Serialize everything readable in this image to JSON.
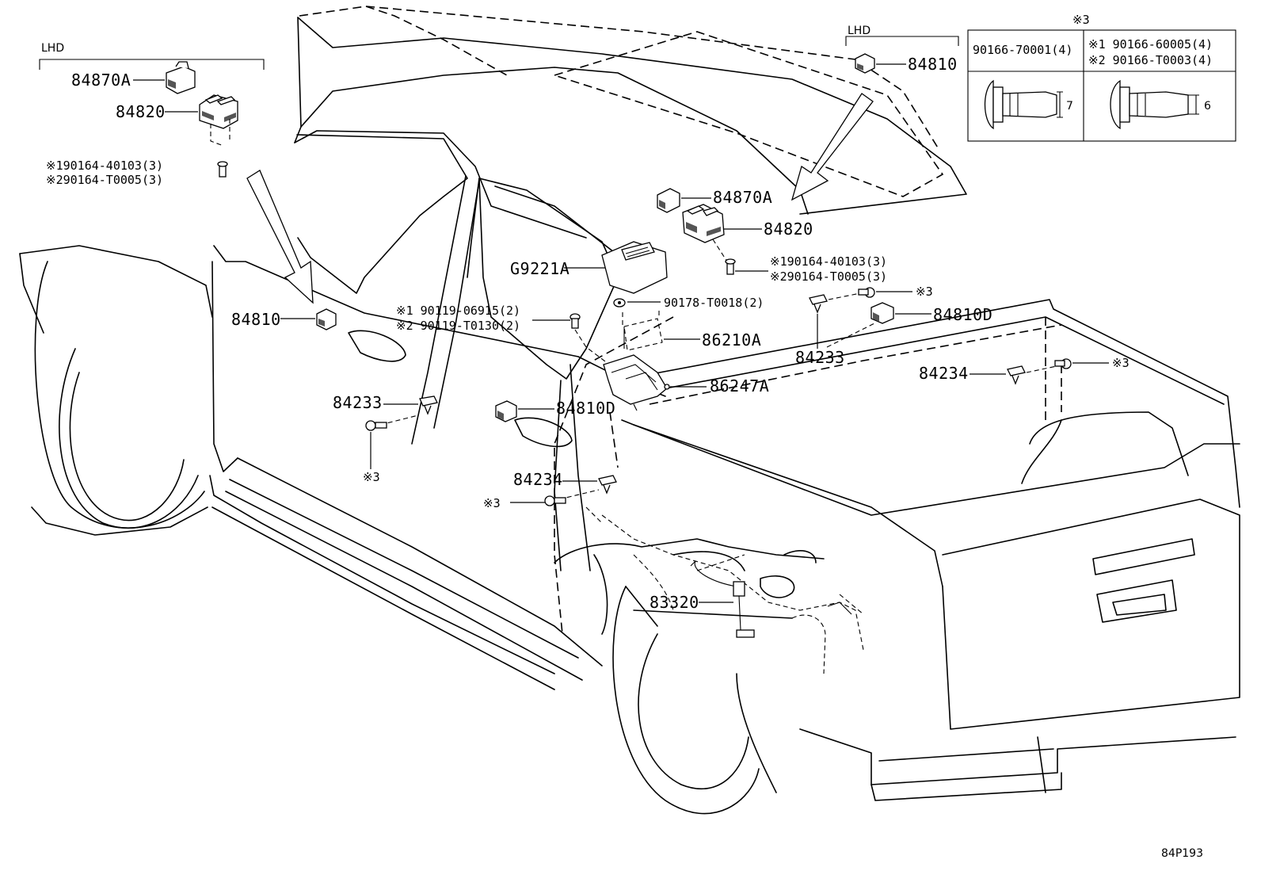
{
  "diagram_id": "84P193",
  "region_tags": {
    "left": "LHD",
    "right": "LHD"
  },
  "labels": {
    "left_84870A": "84870A",
    "left_84820": "84820",
    "left_screw1": "※190164-40103(3)",
    "left_screw2": "※290164-T0005(3)",
    "door_84810": "84810",
    "door_screw1": "※1 90119-06915(2)",
    "door_screw2": "※2 90119-T0130(2)",
    "door_84233": "84233",
    "door_ref3": "※3",
    "door_84810D": "84810D",
    "door_84234": "84234",
    "door_84234_ref3": "※3",
    "g9221a": "G9221A",
    "nut": "90178-T0018(2)",
    "ecu_86210A": "86210A",
    "bracket_86247A": "86247A",
    "center_84870A": "84870A",
    "center_84820": "84820",
    "center_screw1": "※190164-40103(3)",
    "center_screw2": "※290164-T0005(3)",
    "right_84810": "84810",
    "right_ref3": "※3",
    "right_84810D": "84810D",
    "right_84233": "84233",
    "right_84234": "84234",
    "right_84234_ref3": "※3",
    "tank_83320": "83320"
  },
  "inset": {
    "title": "※3",
    "left_part": "90166-70001(4)",
    "left_dim": "7",
    "right_part1": "※1 90166-60005(4)",
    "right_part2": "※2 90166-T0003(4)",
    "right_dim": "6"
  },
  "icons": [
    "arrow-icon",
    "bolt-icon",
    "switch-icon",
    "clip-icon"
  ]
}
